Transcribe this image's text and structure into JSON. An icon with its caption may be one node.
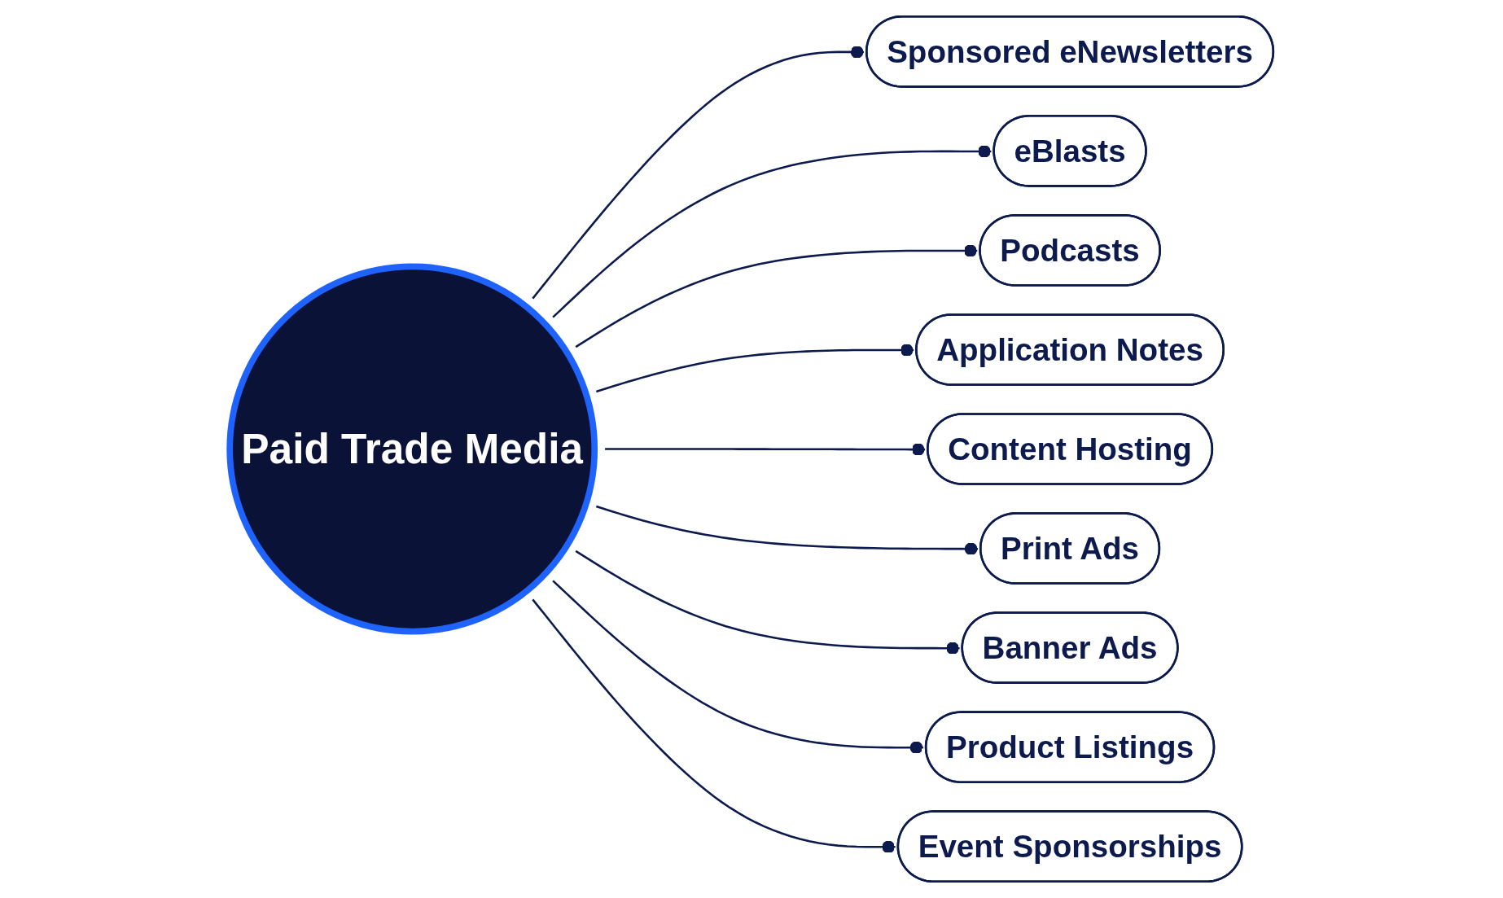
{
  "diagram": {
    "nodes": [
      {
        "text": [
          "Sponsored eNewsletters"
        ]
      },
      {
        "text": [
          "eBlasts"
        ]
      },
      {
        "text": [
          "Podcasts"
        ]
      },
      {
        "text": [
          "Application Notes"
        ]
      },
      {
        "text": [
          "Paid Trade Media"
        ]
      },
      {
        "text": [
          "Content Hosting"
        ]
      },
      {
        "text": [
          "Print Ads"
        ]
      },
      {
        "text": [
          "Banner Ads"
        ]
      },
      {
        "text": [
          "Product Listings"
        ]
      },
      {
        "text": [
          "Event Sponsorships"
        ]
      }
    ],
    "edges": [
      {
        "from": 4,
        "to": 0,
        "arrow": "other"
      },
      {
        "from": 4,
        "to": 1,
        "arrow": "other"
      },
      {
        "from": 4,
        "to": 2,
        "arrow": "other"
      },
      {
        "from": 4,
        "to": 3,
        "arrow": "other"
      },
      {
        "from": 4,
        "to": 5,
        "arrow": "other"
      },
      {
        "from": 4,
        "to": 6,
        "arrow": "other"
      },
      {
        "from": 4,
        "to": 7,
        "arrow": "other"
      },
      {
        "from": 4,
        "to": 8,
        "arrow": "other"
      },
      {
        "from": 4,
        "to": 9,
        "arrow": "other"
      }
    ]
  }
}
